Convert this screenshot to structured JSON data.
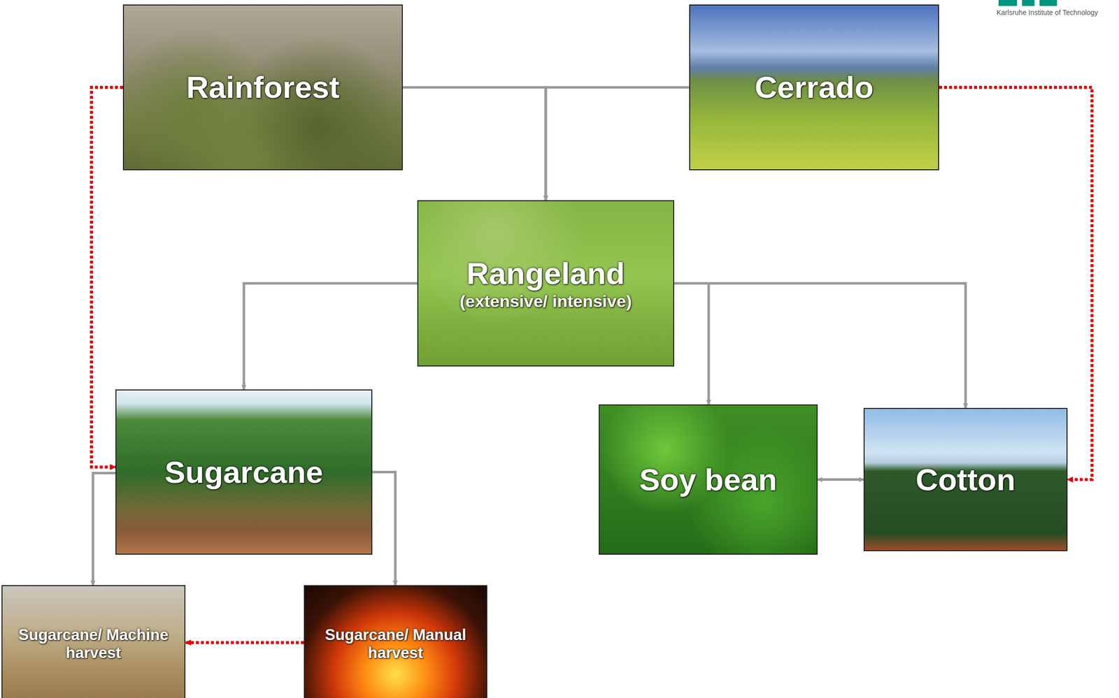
{
  "diagram": {
    "nodes": [
      {
        "text": [
          "Rainforest"
        ]
      },
      {
        "text": [
          "Cerrado"
        ]
      },
      {
        "text": [
          "Rangeland",
          "(extensive/ intensive)"
        ]
      },
      {
        "text": [
          "Sugarcane"
        ]
      },
      {
        "text": [
          "Soy bean"
        ]
      },
      {
        "text": [
          "Cotton"
        ]
      },
      {
        "text": [
          "Sugarcane/ Machine harvest"
        ]
      },
      {
        "text": [
          "Sugarcane/ Manual harvest"
        ]
      }
    ],
    "edges": [
      {
        "from": 0,
        "to": 2,
        "arrow": "to"
      },
      {
        "from": 1,
        "to": 2,
        "arrow": "to"
      },
      {
        "from": 0,
        "to": 3,
        "arrow": "to"
      },
      {
        "from": 1,
        "to": 5,
        "arrow": "to"
      },
      {
        "from": 2,
        "to": 3,
        "arrow": "to"
      },
      {
        "from": 2,
        "to": 4,
        "arrow": "to"
      },
      {
        "from": 2,
        "to": 5,
        "arrow": "to"
      },
      {
        "from": 4,
        "to": 5,
        "arrow": "both"
      },
      {
        "from": 3,
        "to": 6,
        "arrow": "to"
      },
      {
        "from": 3,
        "to": 7,
        "arrow": "to"
      },
      {
        "from": 7,
        "to": 6,
        "arrow": "to"
      }
    ],
    "labels": [
      "Karlsruhe Institute of Technology"
    ]
  }
}
